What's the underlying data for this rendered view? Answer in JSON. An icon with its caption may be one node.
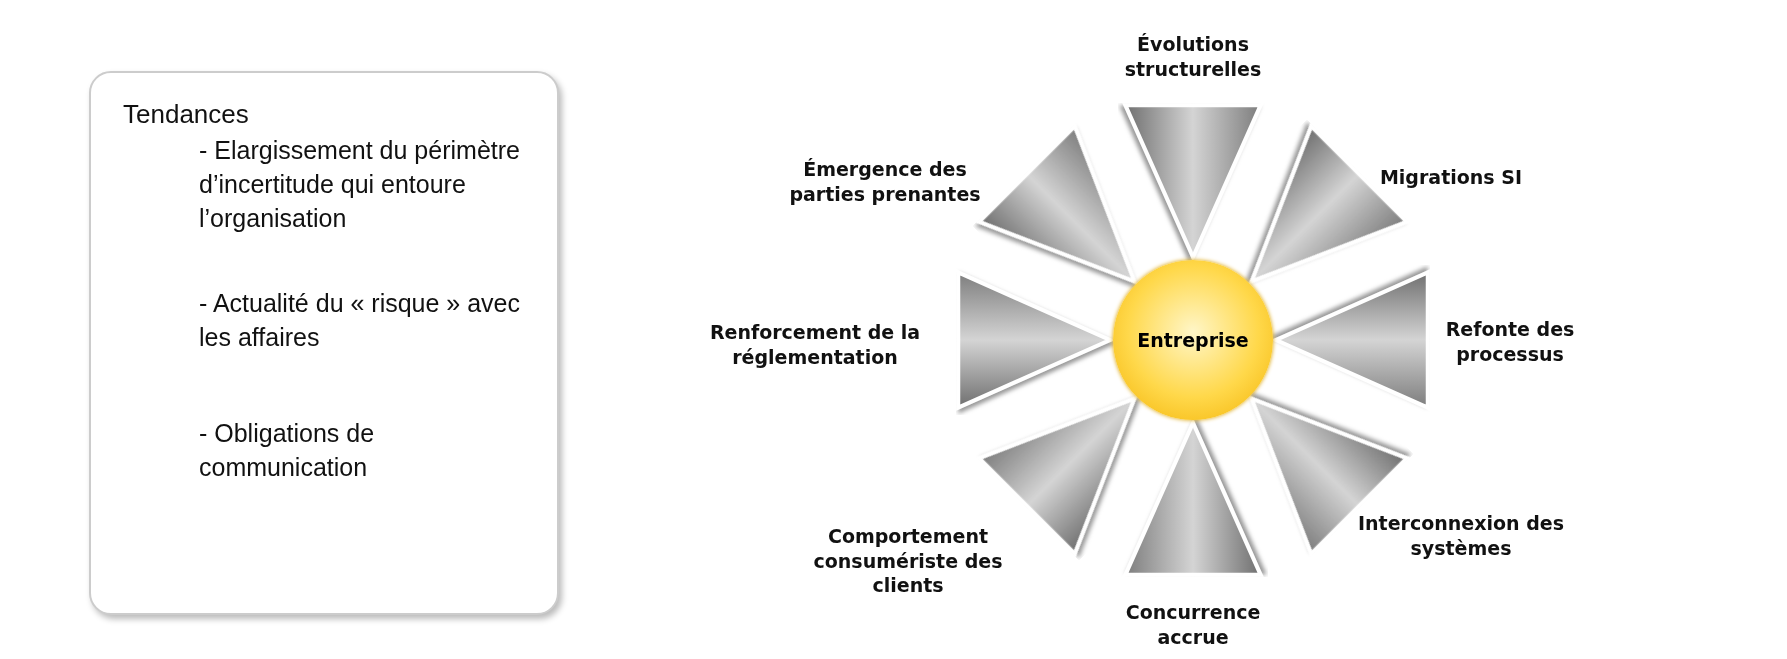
{
  "diagram": {
    "nodes": [
      {
        "text": [
          "Tendances",
          "- Elargissement du périmètre d’incertitude qui entoure l’organisation",
          "- Actualité du « risque » avec les affaires",
          "- Obligations de communication"
        ]
      },
      {
        "text": [
          "Entreprise"
        ]
      },
      {
        "text": [
          "Évolutions structurelles"
        ]
      },
      {
        "text": [
          "Migrations SI"
        ]
      },
      {
        "text": [
          "Refonte des processus"
        ]
      },
      {
        "text": [
          "Interconnexion des systèmes"
        ]
      },
      {
        "text": [
          "Concurrence accrue"
        ]
      },
      {
        "text": [
          "Comportement consumériste des clients"
        ]
      },
      {
        "text": [
          "Renforcement de la réglementation"
        ]
      },
      {
        "text": [
          "Émergence des parties prenantes"
        ]
      }
    ],
    "edges": [
      {
        "from": 2,
        "to": 1,
        "arrow": "to"
      },
      {
        "from": 3,
        "to": 1,
        "arrow": "to"
      },
      {
        "from": 4,
        "to": 1,
        "arrow": "to"
      },
      {
        "from": 5,
        "to": 1,
        "arrow": "to"
      },
      {
        "from": 6,
        "to": 1,
        "arrow": "to"
      },
      {
        "from": 7,
        "to": 1,
        "arrow": "to"
      },
      {
        "from": 8,
        "to": 1,
        "arrow": "to"
      },
      {
        "from": 9,
        "to": 1,
        "arrow": "to"
      }
    ]
  }
}
